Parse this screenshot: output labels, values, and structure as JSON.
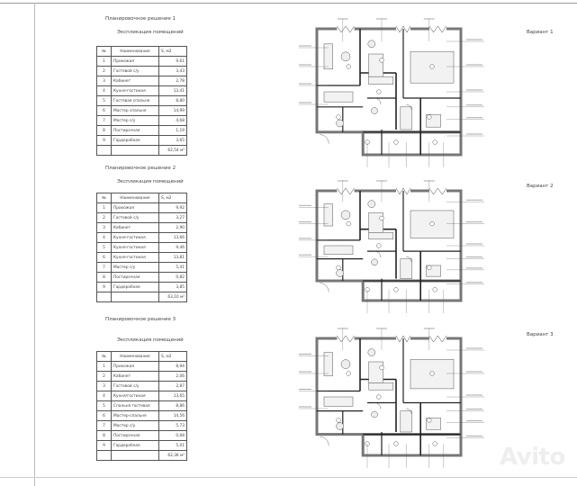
{
  "header": {
    "col_num": "№",
    "col_name": "Наименование",
    "col_area": "S, м2"
  },
  "solutions": [
    {
      "title": "Планировочное решение 1",
      "subtitle": "Экспликация помещений",
      "variant": "Вариант 1",
      "rows": [
        [
          "1",
          "Прихожая",
          "9,61"
        ],
        [
          "2",
          "Гостевой с/у",
          "3,43"
        ],
        [
          "3",
          "Кабинет",
          "2,78"
        ],
        [
          "4",
          "Кухня-гостиная",
          "13,41"
        ],
        [
          "5",
          "Гостевая спальня",
          "8,80"
        ],
        [
          "6",
          "Мастер спальня",
          "14,99"
        ],
        [
          "7",
          "Мастер с/у",
          "4,68"
        ],
        [
          "8",
          "Постирочная",
          "1,19"
        ],
        [
          "9",
          "Гардеробная",
          "3,65"
        ]
      ],
      "total": "62,54 м²"
    },
    {
      "title": "Планировочное решение 2",
      "subtitle": "Экспликация помещений",
      "variant": "Вариант 2",
      "rows": [
        [
          "1",
          "Прихожая",
          "9,92"
        ],
        [
          "2",
          "Гостевой с/у",
          "3,27"
        ],
        [
          "3",
          "Кабинет",
          "2,90"
        ],
        [
          "4",
          "Кухня-гостиная",
          "13,66"
        ],
        [
          "5",
          "Кухня-гостиная",
          "9,46"
        ],
        [
          "6",
          "Кухня-гостиная",
          "13,81"
        ],
        [
          "7",
          "Мастер с/у",
          "5,41"
        ],
        [
          "8",
          "Постирочная",
          "0,82"
        ],
        [
          "9",
          "Гардеробная",
          "3,85"
        ]
      ],
      "total": "63,10 м²"
    },
    {
      "title": "Планировочное решение 3",
      "subtitle": "Экспликация помещений",
      "variant": "Вариант 3",
      "rows": [
        [
          "1",
          "Прихожая",
          "8,94"
        ],
        [
          "2",
          "Кабинет",
          "2,06"
        ],
        [
          "3",
          "Гостевой с/у",
          "2,87"
        ],
        [
          "4",
          "Кухня/гостиная",
          "13,65"
        ],
        [
          "5",
          "Спальня гостевая",
          "8,86"
        ],
        [
          "6",
          "Мастер-спальня",
          "14,56"
        ],
        [
          "7",
          "Мастер с/у",
          "5,73"
        ],
        [
          "8",
          "Постирочная",
          "0,68"
        ],
        [
          "9",
          "Гардеробная",
          "5,01"
        ]
      ],
      "total": "62,36 м²"
    }
  ],
  "watermark": "Avito"
}
